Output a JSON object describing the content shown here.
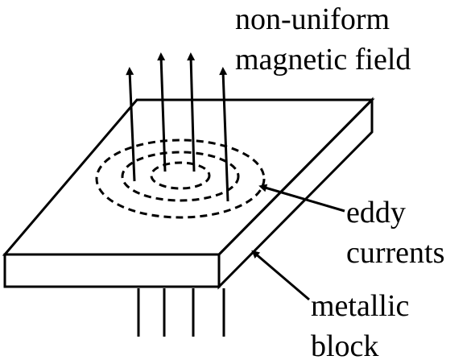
{
  "labels": {
    "field_line1": "non-uniform",
    "field_line2": "magnetic field",
    "eddy_line1": "eddy",
    "eddy_line2": "currents",
    "block_line1": "metallic",
    "block_line2": "block"
  },
  "colors": {
    "ink": "#000000",
    "background": "#ffffff"
  }
}
